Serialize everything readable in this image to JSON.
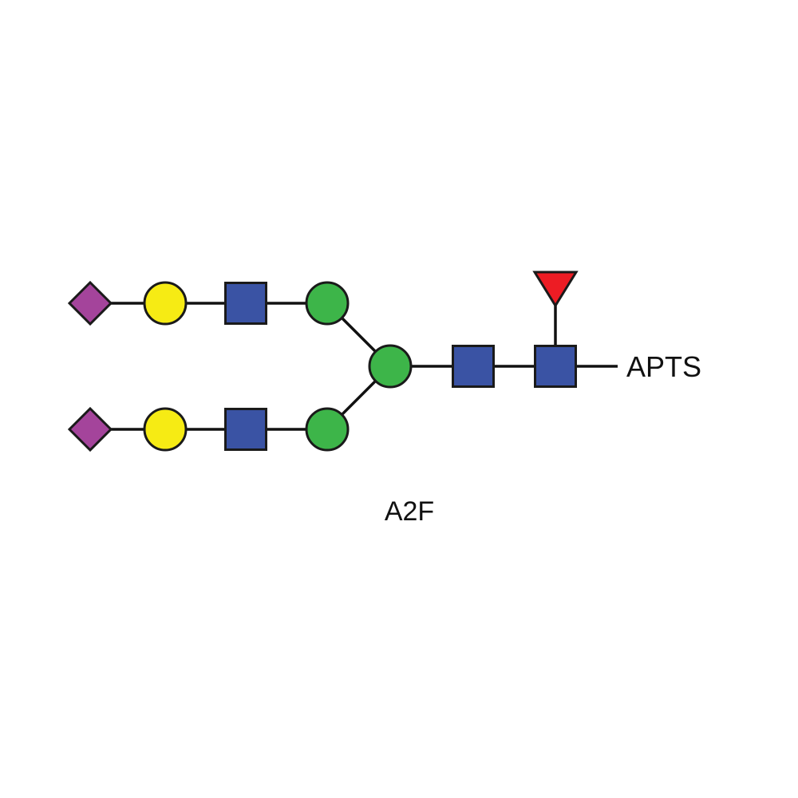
{
  "labels": {
    "reducing_end": "APTS",
    "structure_name": "A2F"
  },
  "colors": {
    "sialic_acid": "#A4449B",
    "galactose": "#F6EB14",
    "glcnac": "#3A53A4",
    "mannose": "#3DB549",
    "fucose": "#ED1C24",
    "bond": "#111111",
    "outline": "#1a1a1a",
    "background": "#ffffff"
  },
  "residues": [
    {
      "id": "sialic-acid-upper",
      "symbol": "diamond",
      "monosaccharide": "sialic_acid"
    },
    {
      "id": "galactose-upper",
      "symbol": "circle",
      "monosaccharide": "galactose"
    },
    {
      "id": "glcnac-upper",
      "symbol": "square",
      "monosaccharide": "glcnac"
    },
    {
      "id": "mannose-upper",
      "symbol": "circle",
      "monosaccharide": "mannose"
    },
    {
      "id": "sialic-acid-lower",
      "symbol": "diamond",
      "monosaccharide": "sialic_acid"
    },
    {
      "id": "galactose-lower",
      "symbol": "circle",
      "monosaccharide": "galactose"
    },
    {
      "id": "glcnac-lower",
      "symbol": "square",
      "monosaccharide": "glcnac"
    },
    {
      "id": "mannose-lower",
      "symbol": "circle",
      "monosaccharide": "mannose"
    },
    {
      "id": "mannose-core",
      "symbol": "circle",
      "monosaccharide": "mannose"
    },
    {
      "id": "glcnac-core",
      "symbol": "square",
      "monosaccharide": "glcnac"
    },
    {
      "id": "glcnac-reducing",
      "symbol": "square",
      "monosaccharide": "glcnac"
    },
    {
      "id": "fucose",
      "symbol": "triangle",
      "monosaccharide": "fucose"
    }
  ]
}
